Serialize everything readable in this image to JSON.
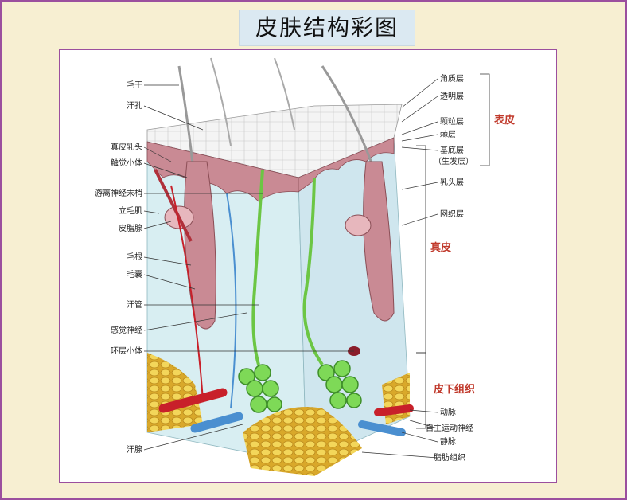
{
  "title": "皮肤结构彩图",
  "left_labels": {
    "hair_shaft": "毛干",
    "sweat_pore": "汗孔",
    "dermal_papilla": "真皮乳头",
    "meissner": "触觉小体",
    "free_nerve": "游离神经末梢",
    "arrector": "立毛肌",
    "sebaceous": "皮脂腺",
    "hair_root": "毛根",
    "follicle": "毛囊",
    "sweat_duct": "汗管",
    "sensory_nerve": "感觉神经",
    "pacinian": "环层小体",
    "sweat_gland": "汗腺"
  },
  "right_labels": {
    "corneum": "角质层",
    "lucidum": "透明层",
    "granulosum": "颗粒层",
    "spinosum": "棘层",
    "basale": "基底层",
    "germinative": "（生发层）",
    "papillary": "乳头层",
    "reticular": "网织层",
    "artery": "动脉",
    "autonomic": "自主运动神经",
    "vein": "静脉",
    "fat": "脂肪组织"
  },
  "regions": {
    "epidermis": "表皮",
    "dermis": "真皮",
    "subcutis": "皮下组织"
  },
  "colors": {
    "frame": "#9b4f9e",
    "title_bg": "#dbe9f2",
    "region_text": "#c0392b",
    "dermis": "#d8eef2",
    "epidermis_pink": "#c98a94",
    "fat": "#e8c53a",
    "artery": "#c8202a",
    "vein": "#4a8fd0",
    "gland": "#6cc644"
  }
}
